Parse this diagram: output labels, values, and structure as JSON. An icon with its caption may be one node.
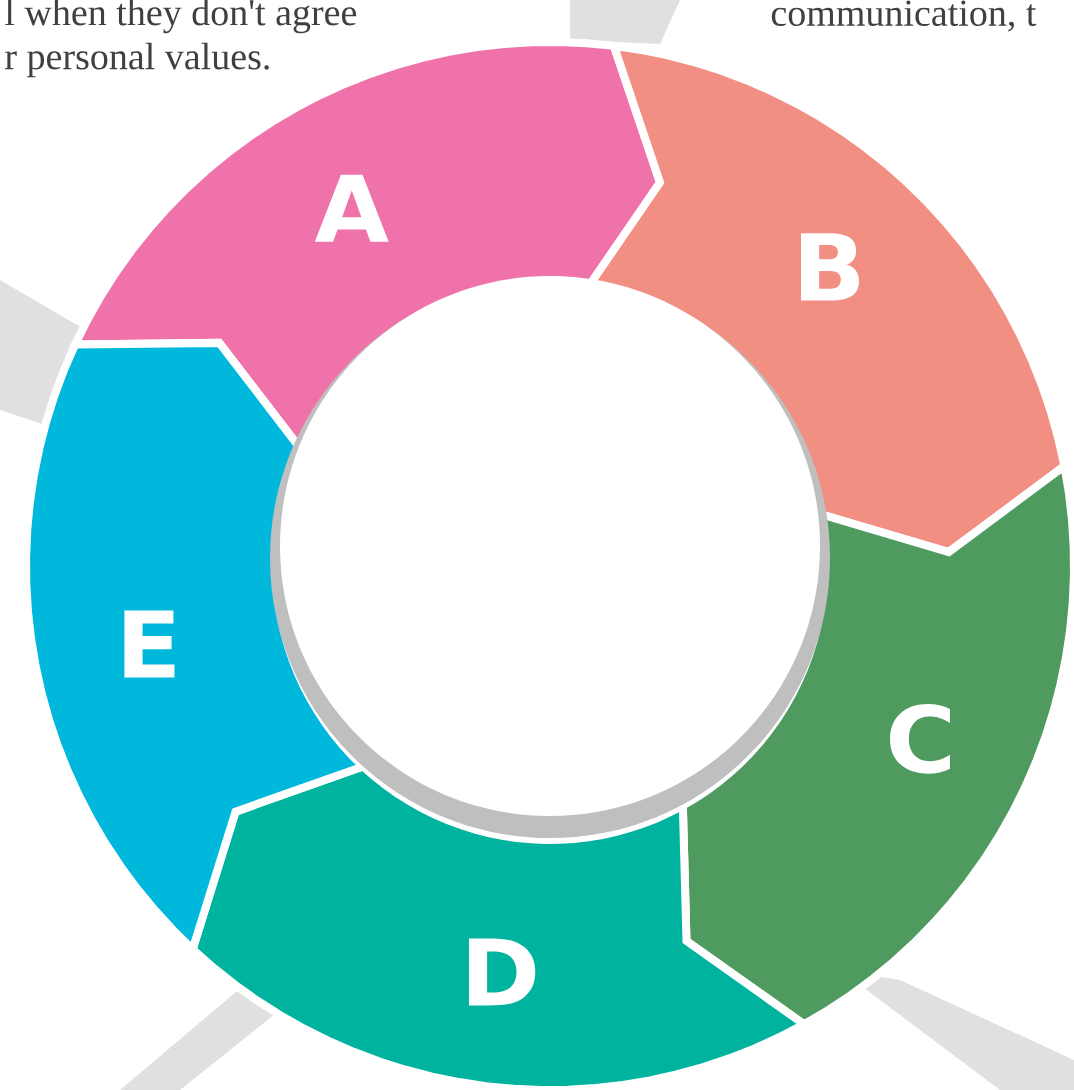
{
  "diagram": {
    "nodes": [
      {
        "text": [
          "A"
        ]
      },
      {
        "text": [
          "B"
        ]
      },
      {
        "text": [
          "C"
        ]
      },
      {
        "text": [
          "D"
        ]
      },
      {
        "text": [
          "E"
        ]
      }
    ],
    "labels": [
      "l when they don't agree",
      "r personal values.",
      "communication, t"
    ]
  }
}
